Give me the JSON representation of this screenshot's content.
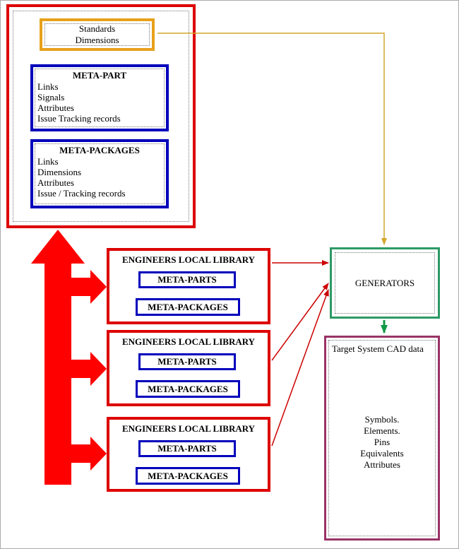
{
  "colors": {
    "box_red": "#dd0000",
    "arrow_red": "#ff0000",
    "line_red": "#cc0000",
    "box_blue": "#0000bb",
    "box_orange": "#e8a11b",
    "orange_line": "#d2a62c",
    "box_green": "#2e9966",
    "green_arrow": "#119944",
    "box_purple": "#993366"
  },
  "master_library": {
    "standards": {
      "line1": "Standards",
      "line2": "Dimensions"
    },
    "meta_part": {
      "title": "META-PART",
      "items": [
        "Links",
        "Signals",
        "Attributes",
        "Issue Tracking records"
      ]
    },
    "meta_packages": {
      "title": "META-PACKAGES",
      "items": [
        "Links",
        "Dimensions",
        "Attributes",
        "Issue / Tracking records"
      ]
    }
  },
  "local_libraries": [
    {
      "title": "ENGINEERS LOCAL LIBRARY",
      "parts_label": "META-PARTS",
      "packages_label": "META-PACKAGES"
    },
    {
      "title": "ENGINEERS LOCAL LIBRARY",
      "parts_label": "META-PARTS",
      "packages_label": "META-PACKAGES"
    },
    {
      "title": "ENGINEERS LOCAL LIBRARY",
      "parts_label": "META-PARTS",
      "packages_label": "META-PACKAGES"
    }
  ],
  "generators": {
    "label": "GENERATORS"
  },
  "target": {
    "title": "Target System CAD data",
    "items": [
      "Symbols.",
      "Elements.",
      "Pins",
      "Equivalents",
      "Attributes"
    ]
  }
}
